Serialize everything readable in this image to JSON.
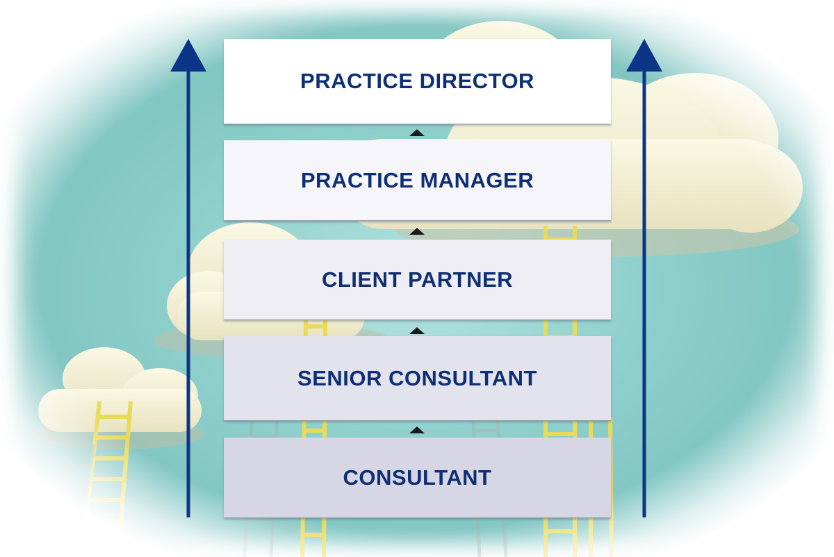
{
  "levels": [
    {
      "label": "PRACTICE DIRECTOR"
    },
    {
      "label": "PRACTICE MANAGER"
    },
    {
      "label": "CLIENT PARTNER"
    },
    {
      "label": "SENIOR CONSULTANT"
    },
    {
      "label": "CONSULTANT"
    }
  ],
  "colors": {
    "text": "#0e2f75",
    "arrow": "#0c3587",
    "sky": "#8ed2cf",
    "cloud": "#f3efcf",
    "ladder": "#f2e36a"
  }
}
